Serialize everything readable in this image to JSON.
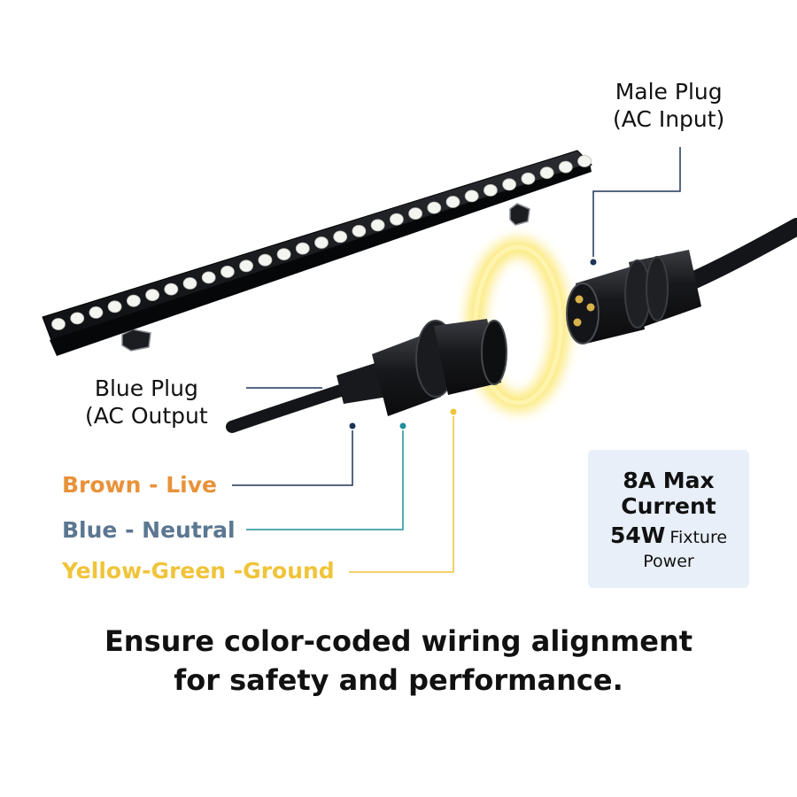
{
  "labels": {
    "male_plug": [
      "Male Plug",
      "(AC Input)"
    ],
    "blue_plug": [
      "Blue Plug",
      "(AC Output"
    ]
  },
  "wires": [
    {
      "label": "Brown - Live",
      "color": "#e8923a",
      "line_color": "#1f3557"
    },
    {
      "label": "Blue - Neutral",
      "color": "#5b7791",
      "line_color": "#1e8f9b"
    },
    {
      "label": "Yellow-Green -Ground",
      "color": "#f0c43a",
      "line_color": "#f0c43a"
    }
  ],
  "spec_box": {
    "line1": "8A Max",
    "line2": "Current",
    "power_value": "54W",
    "power_label": "Fixture",
    "power_label2": "Power"
  },
  "caption": [
    "Ensure color-coded wiring alignment",
    "for safety and performance."
  ],
  "colors": {
    "callout_line": "#1f3557",
    "glow": "#fbe66a",
    "fixture": "#17181b",
    "led": "#f4f4f1"
  }
}
